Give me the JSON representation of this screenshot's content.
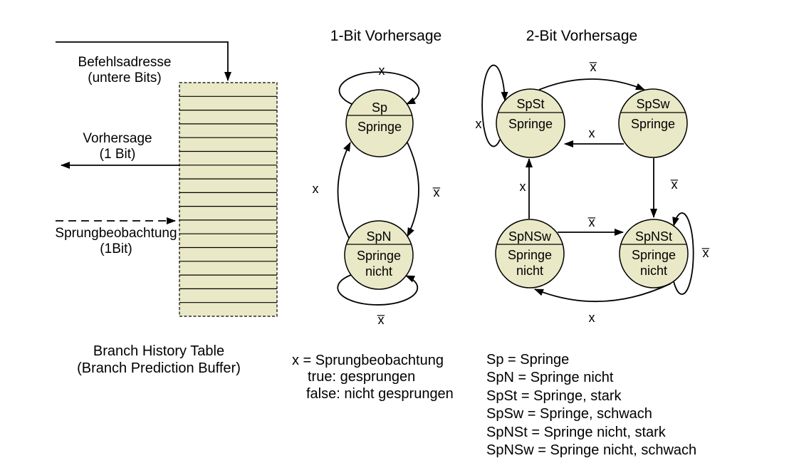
{
  "colors": {
    "node_fill": "#e9e9c7",
    "stroke": "#000000",
    "background": "#ffffff"
  },
  "bht": {
    "rows": 17,
    "address_label": [
      "Befehlsadresse",
      "(untere Bits)"
    ],
    "prediction_label": [
      "Vorhersage",
      "(1 Bit)"
    ],
    "observation_label": [
      "Sprungbeobachtung",
      "(1Bit)"
    ],
    "caption": [
      "Branch History Table",
      "(Branch Prediction Buffer)"
    ]
  },
  "one_bit": {
    "title": "1-Bit Vorhersage",
    "states": [
      {
        "abbr": "Sp",
        "name": [
          "Springe"
        ]
      },
      {
        "abbr": "SpN",
        "name": [
          "Springe",
          "nicht"
        ]
      }
    ],
    "transitions": [
      {
        "from": "Sp",
        "to": "Sp",
        "label": "x"
      },
      {
        "from": "SpN",
        "to": "Sp",
        "label": "x"
      },
      {
        "from": "Sp",
        "to": "SpN",
        "label": "x̅"
      },
      {
        "from": "SpN",
        "to": "SpN",
        "label": "x̅"
      }
    ]
  },
  "two_bit": {
    "title": "2-Bit Vorhersage",
    "states": [
      {
        "abbr": "SpSt",
        "name": [
          "Springe"
        ]
      },
      {
        "abbr": "SpSw",
        "name": [
          "Springe"
        ]
      },
      {
        "abbr": "SpNSw",
        "name": [
          "Springe",
          "nicht"
        ]
      },
      {
        "abbr": "SpNSt",
        "name": [
          "Springe",
          "nicht"
        ]
      }
    ],
    "transitions": [
      {
        "from": "SpSt",
        "to": "SpSt",
        "label": "x"
      },
      {
        "from": "SpSt",
        "to": "SpSw",
        "label": "x̅"
      },
      {
        "from": "SpSw",
        "to": "SpSt",
        "label": "x"
      },
      {
        "from": "SpSw",
        "to": "SpNSt",
        "label": "x̅"
      },
      {
        "from": "SpNSw",
        "to": "SpSt",
        "label": "x"
      },
      {
        "from": "SpNSw",
        "to": "SpNSt",
        "label": "x̅"
      },
      {
        "from": "SpNSt",
        "to": "SpNSt",
        "label": "x̅"
      },
      {
        "from": "SpNSt",
        "to": "SpNSw",
        "label": "x"
      }
    ]
  },
  "legend_x": {
    "lines": [
      "x = Sprungbeobachtung",
      "true: gesprungen",
      "false: nicht gesprungen"
    ]
  },
  "legend_abbr": {
    "lines": [
      "Sp = Springe",
      "SpN = Springe nicht",
      "SpSt = Springe, stark",
      "SpSw = Springe, schwach",
      "SpNSt = Springe nicht, stark",
      "SpNSw = Springe nicht, schwach"
    ]
  }
}
